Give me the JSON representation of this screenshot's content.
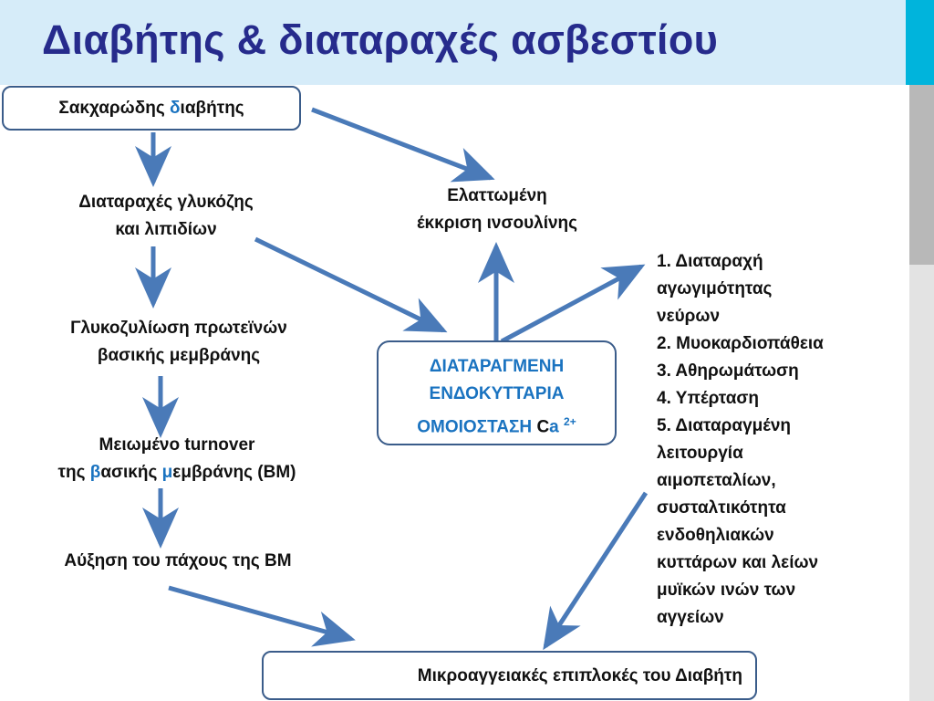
{
  "title": "Διαβήτης & διαταραχές ασβεστίου",
  "nodes": {
    "diabetes": {
      "pre": "Σακχαρώδης ",
      "accent": "δ",
      "post": "ιαβήτης"
    },
    "glucose": {
      "line1": "Διαταραχές γλυκόζης",
      "line2": "και λιπιδίων"
    },
    "glycation": {
      "line1": "Γλυκοζυλίωση πρωτεϊνών",
      "line2": "βασικής μεμβράνης"
    },
    "turnover": {
      "line1": "Μειωμένο turnover",
      "line2_a": "της ",
      "line2_b": "β",
      "line2_c": "ασικής ",
      "line2_d": "μ",
      "line2_e": "εμβράνης (ΒΜ)"
    },
    "thickness": "Αύξηση του πάχους της ΒΜ",
    "insulin": {
      "line1": "Ελαττωμένη",
      "line2": "έκκριση ινσουλίνης"
    },
    "calcium": {
      "line1": "ΔΙΑΤΑΡΑΓΜΕΝΗ",
      "line2": "ΕΝΔΟΚΥΤΤΑΡΙΑ",
      "line3_a": "ΟΜΟΙΟΣΤΑΣΗ ",
      "line3_b": "C",
      "line3_c": "a ",
      "line3_sup": "2+"
    },
    "micro": "Μικροαγγειακές επιπλοκές του Διαβήτη"
  },
  "effects": [
    "1. Διαταραχή",
    "αγωγιμότητας",
    "νεύρων",
    "2. Μυοκαρδιοπάθεια",
    "3. Αθηρωμάτωση",
    "4. Υπέρταση",
    "5. Διαταραγμένη",
    "λειτουργία",
    "αιμοπεταλίων,",
    "συσταλτικότητα",
    "ενδοθηλιακών",
    "κυττάρων και λείων",
    "μυϊκών ινών των",
    "αγγείων"
  ],
  "colors": {
    "header_bg": "#d6ecf9",
    "title": "#262b8c",
    "arrow": "#4a7ab8",
    "accent": "#1a73c0",
    "side_bar": "#00b4dc"
  }
}
